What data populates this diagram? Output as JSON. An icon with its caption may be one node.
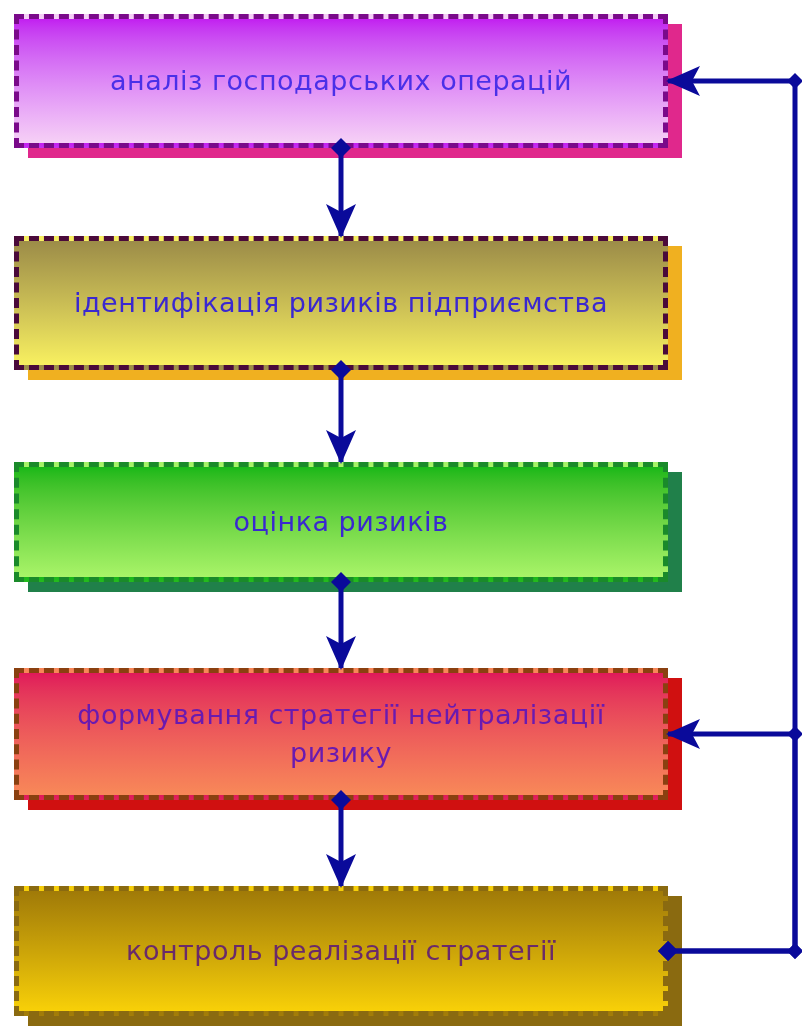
{
  "diagram": {
    "nodes": [
      {
        "text": [
          "аналіз господарських операцій"
        ]
      },
      {
        "text": [
          "ідентифікація ризиків підприємства"
        ]
      },
      {
        "text": [
          "оцінка ризиків"
        ]
      },
      {
        "text": [
          "формування стратегії нейтралізації ризику"
        ]
      },
      {
        "text": [
          "контроль реалізації стратегії"
        ]
      }
    ],
    "edges": [
      {
        "from": 0,
        "to": 1,
        "arrow": "to"
      },
      {
        "from": 1,
        "to": 2,
        "arrow": "to"
      },
      {
        "from": 2,
        "to": 3,
        "arrow": "to"
      },
      {
        "from": 3,
        "to": 4,
        "arrow": "to"
      },
      {
        "from": 4,
        "to": 0,
        "arrow": "to"
      },
      {
        "from": 4,
        "to": 3,
        "arrow": "to"
      }
    ]
  }
}
